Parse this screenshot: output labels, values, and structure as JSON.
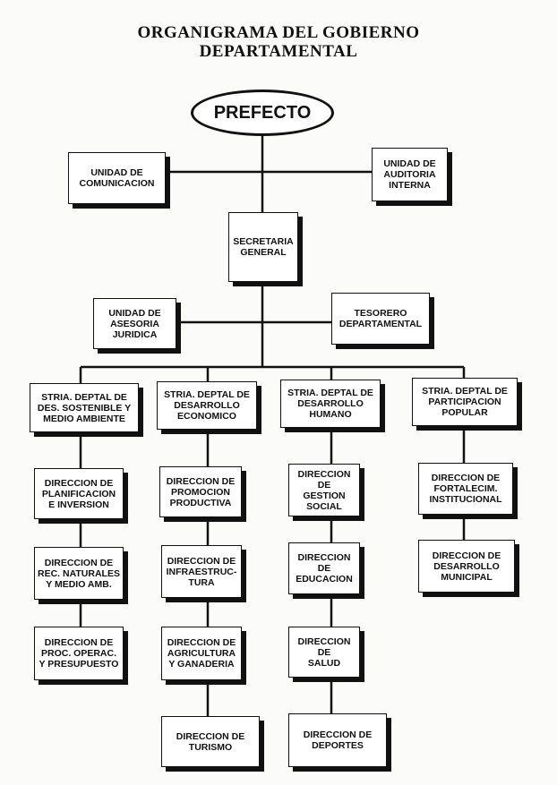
{
  "title": [
    "ORGANIGRAMA DEL GOBIERNO",
    "DEPARTAMENTAL"
  ],
  "prefecto": "PREFECTO",
  "unidad_comunicacion": "UNIDAD DE\nCOMUNICACION",
  "unidad_auditoria": "UNIDAD DE\nAUDITORIA\nINTERNA",
  "secretaria": "SECRETARIA\nGENERAL",
  "unidad_asesoria": "UNIDAD DE\nASESORIA\nJURIDICA",
  "tesorero": "TESORERO\nDEPARTAMENTAL",
  "columns": [
    {
      "head": "STRIA. DEPTAL DE\nDES. SOSTENIBLE Y\nMEDIO AMBIENTE",
      "items": [
        "DIRECCION DE\nPLANIFICACION\nE INVERSION",
        "DIRECCION DE\nREC. NATURALES\nY MEDIO AMB.",
        "DIRECCION DE\nPROC. OPERAC.\nY PRESUPUESTO"
      ]
    },
    {
      "head": "STRIA. DEPTAL DE\nDESARROLLO\nECONOMICO",
      "items": [
        "DIRECCION DE\nPROMOCION\nPRODUCTIVA",
        "DIRECCION DE\nINFRAESTRUC-\nTURA",
        "DIRECCION DE\nAGRICULTURA\nY GANADERIA",
        "DIRECCION DE\nTURISMO"
      ]
    },
    {
      "head": "STRIA. DEPTAL DE\nDESARROLLO\nHUMANO",
      "items": [
        "DIRECCION DE\nGESTION\nSOCIAL",
        "DIRECCION DE\nEDUCACION",
        "DIRECCION DE\nSALUD",
        "DIRECCION DE\nDEPORTES"
      ]
    },
    {
      "head": "STRIA. DEPTAL DE\nPARTICIPACION\nPOPULAR",
      "items": [
        "DIRECCION DE\nFORTALECIM.\nINSTITUCIONAL",
        "DIRECCION DE\nDESARROLLO\nMUNICIPAL"
      ]
    }
  ]
}
